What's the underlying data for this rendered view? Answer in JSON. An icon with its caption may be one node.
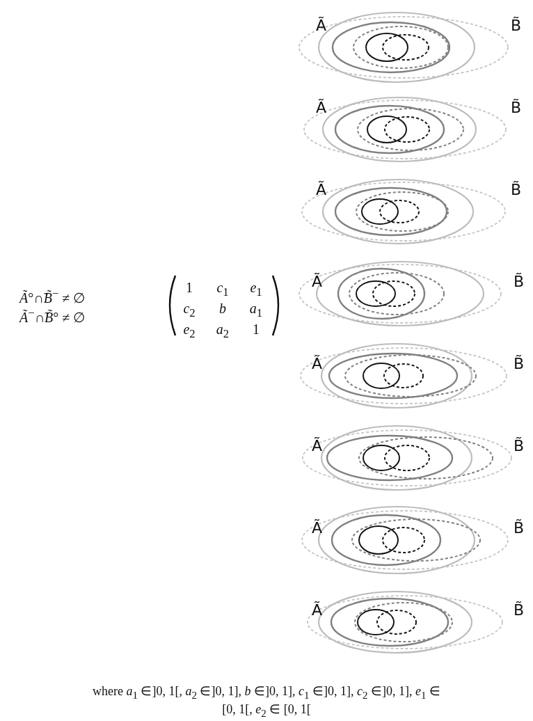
{
  "diagram": {
    "caption": "where *a*$_{1}$ ∈]0, 1[, *a*$_{2}$ ∈]0, 1], *b* ∈]0, 1], *c*$_{1}$ ∈]0, 1], *c*$_{2}$ ∈]0, 1], *e*$_{1}$ ∈ [0, 1[, *e*$_{2}$ ∈ [0, 1[",
    "labels": [
      "*Ã*°∩̃*B̃*$^{−}$ ≠ ∅",
      "*Ã*$^{−}$∩̃*B̃*° ≠ ∅",
      "1",
      "*c*$_{1}$",
      "*e*$_{1}$",
      "*c*$_{2}$",
      "*b*",
      "*a*$_{1}$",
      "*e*$_{2}$",
      "*a*$_{2}$",
      "1",
      "Ã",
      "B̃",
      "Ã",
      "B̃",
      "Ã",
      "B̃",
      "Ã",
      "B̃",
      "Ã",
      "B̃",
      "Ã",
      "B̃",
      "Ã",
      "B̃",
      "Ã",
      "B̃"
    ]
  }
}
